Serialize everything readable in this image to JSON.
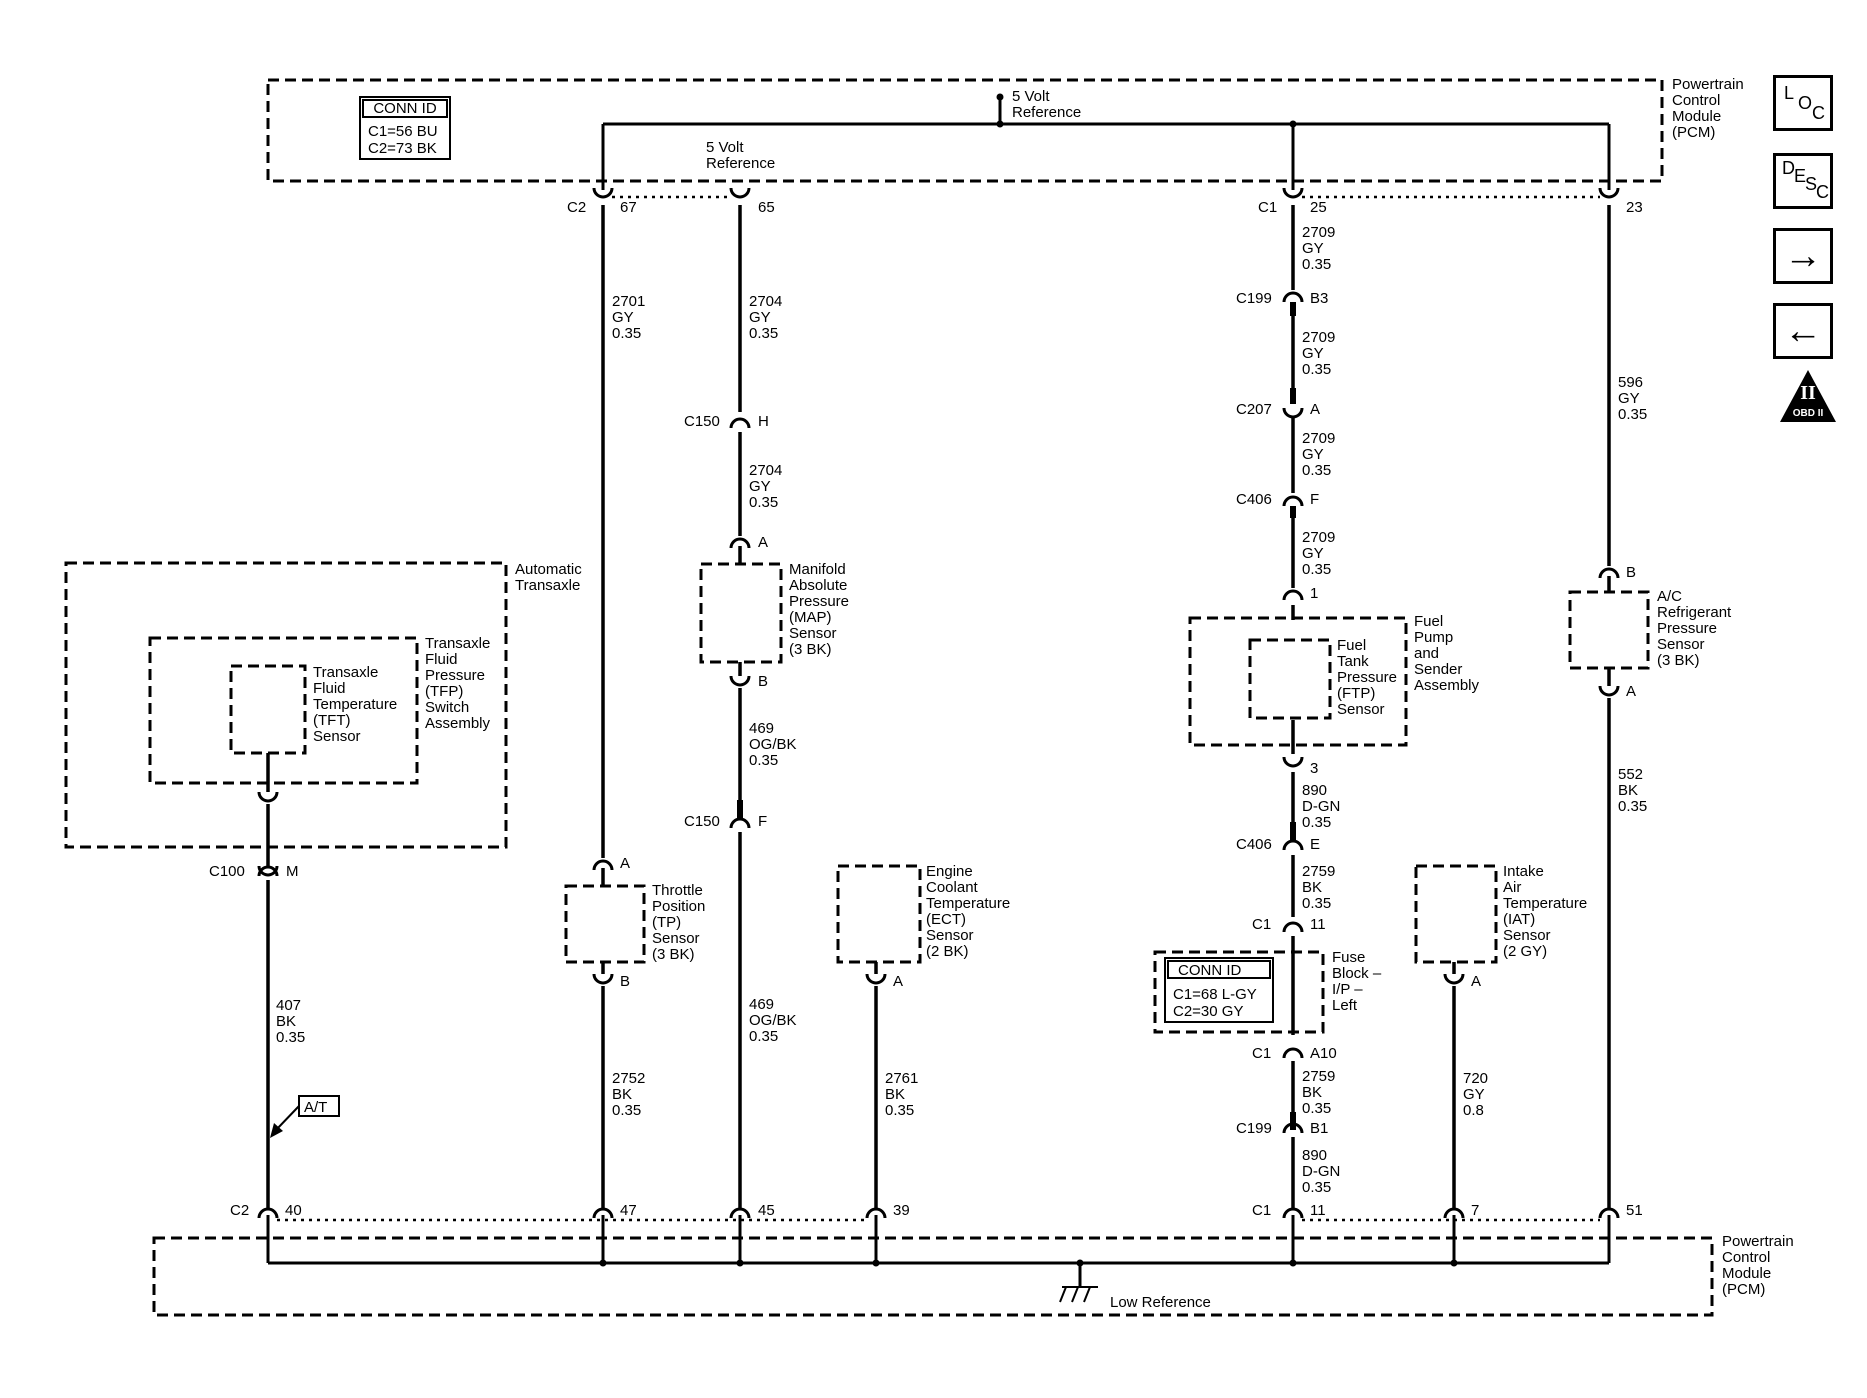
{
  "modules": {
    "pcm_top": [
      "Powertrain",
      "Control",
      "Module",
      "(PCM)"
    ],
    "pcm_bottom": [
      "Powertrain",
      "Control",
      "Module",
      "(PCM)"
    ],
    "transaxle": [
      "Automatic",
      "Transaxle"
    ]
  },
  "conn_id_top": {
    "title": "CONN ID",
    "lines": [
      "C1=56 BU",
      "C2=73 BK"
    ]
  },
  "conn_id_fuse": {
    "title": "CONN ID",
    "lines": [
      "C1=68 L-GY",
      "C2=30 GY"
    ]
  },
  "reference": {
    "five_volt_top": [
      "5 Volt",
      "Reference"
    ],
    "five_volt_pin": [
      "5 Volt",
      "Reference"
    ],
    "low": "Low Reference"
  },
  "components": {
    "tfp": [
      "Transaxle",
      "Fluid",
      "Pressure",
      "(TFP)",
      "Switch",
      "Assembly"
    ],
    "tft": [
      "Transaxle",
      "Fluid",
      "Temperature",
      "(TFT)",
      "Sensor"
    ],
    "map": [
      "Manifold",
      "Absolute",
      "Pressure",
      "(MAP)",
      "Sensor",
      "(3 BK)"
    ],
    "tp": [
      "Throttle",
      "Position",
      "(TP)",
      "Sensor",
      "(3 BK)"
    ],
    "ect": [
      "Engine",
      "Coolant",
      "Temperature",
      "(ECT)",
      "Sensor",
      "(2 BK)"
    ],
    "fuel_pump": [
      "Fuel",
      "Pump",
      "and",
      "Sender",
      "Assembly"
    ],
    "ftp": [
      "Fuel",
      "Tank",
      "Pressure",
      "(FTP)",
      "Sensor"
    ],
    "fuse_block": [
      "Fuse",
      "Block –",
      "I/P –",
      "Left"
    ],
    "iat": [
      "Intake",
      "Air",
      "Temperature",
      "(IAT)",
      "Sensor",
      "(2 GY)"
    ],
    "ac": [
      "A/C",
      "Refrigerant",
      "Pressure",
      "Sensor",
      "(3 BK)"
    ]
  },
  "wires": {
    "w2701": [
      "2701",
      "GY",
      "0.35"
    ],
    "w2704a": [
      "2704",
      "GY",
      "0.35"
    ],
    "w2704b": [
      "2704",
      "GY",
      "0.35"
    ],
    "w469a": [
      "469",
      "OG/BK",
      "0.35"
    ],
    "w469b": [
      "469",
      "OG/BK",
      "0.35"
    ],
    "w407": [
      "407",
      "BK",
      "0.35"
    ],
    "w2752": [
      "2752",
      "BK",
      "0.35"
    ],
    "w2761": [
      "2761",
      "BK",
      "0.35"
    ],
    "w2709a": [
      "2709",
      "GY",
      "0.35"
    ],
    "w2709b": [
      "2709",
      "GY",
      "0.35"
    ],
    "w2709c": [
      "2709",
      "GY",
      "0.35"
    ],
    "w2709d": [
      "2709",
      "GY",
      "0.35"
    ],
    "w890a": [
      "890",
      "D-GN",
      "0.35"
    ],
    "w2759a": [
      "2759",
      "BK",
      "0.35"
    ],
    "w2759b": [
      "2759",
      "BK",
      "0.35"
    ],
    "w890b": [
      "890",
      "D-GN",
      "0.35"
    ],
    "w720": [
      "720",
      "GY",
      "0.8"
    ],
    "w596": [
      "596",
      "GY",
      "0.35"
    ],
    "w552": [
      "552",
      "BK",
      "0.35"
    ]
  },
  "connectors": {
    "c2_67": {
      "name": "C2",
      "pin": "67"
    },
    "p65": {
      "pin": "65"
    },
    "c1_25": {
      "name": "C1",
      "pin": "25"
    },
    "p23": {
      "pin": "23"
    },
    "c199_b3": {
      "name": "C199",
      "pin": "B3"
    },
    "c207_a": {
      "name": "C207",
      "pin": "A"
    },
    "c406_f": {
      "name": "C406",
      "pin": "F"
    },
    "ftp_1": {
      "pin": "1"
    },
    "ftp_3": {
      "pin": "3"
    },
    "c406_e": {
      "name": "C406",
      "pin": "E"
    },
    "c1_11": {
      "name": "C1",
      "pin": "11"
    },
    "c1_a10": {
      "name": "C1",
      "pin": "A10"
    },
    "c199_b1": {
      "name": "C199",
      "pin": "B1"
    },
    "c150_h": {
      "name": "C150",
      "pin": "H"
    },
    "map_a": {
      "pin": "A"
    },
    "map_b": {
      "pin": "B"
    },
    "c150_f": {
      "name": "C150",
      "pin": "F"
    },
    "c100_m": {
      "name": "C100",
      "pin": "M"
    },
    "tp_a": {
      "pin": "A"
    },
    "tp_b": {
      "pin": "B"
    },
    "ect_a": {
      "pin": "A"
    },
    "iat_a": {
      "pin": "A"
    },
    "ac_b": {
      "pin": "B"
    },
    "ac_a": {
      "pin": "A"
    },
    "c2_40": {
      "name": "C2",
      "pin": "40"
    },
    "p47": {
      "pin": "47"
    },
    "p45": {
      "pin": "45"
    },
    "p39": {
      "pin": "39"
    },
    "c1_11b": {
      "name": "C1",
      "pin": "11"
    },
    "p7": {
      "pin": "7"
    },
    "p51": {
      "pin": "51"
    }
  },
  "at_tag": "A/T",
  "nav": {
    "loc": {
      "l1": "L",
      "l2": "O",
      "l3": "C"
    },
    "desc": {
      "l1": "D",
      "l2": "E",
      "l3": "S",
      "l4": "C"
    },
    "forward": "→",
    "back": "←",
    "obd": {
      "num": "II",
      "label": "OBD II"
    }
  }
}
